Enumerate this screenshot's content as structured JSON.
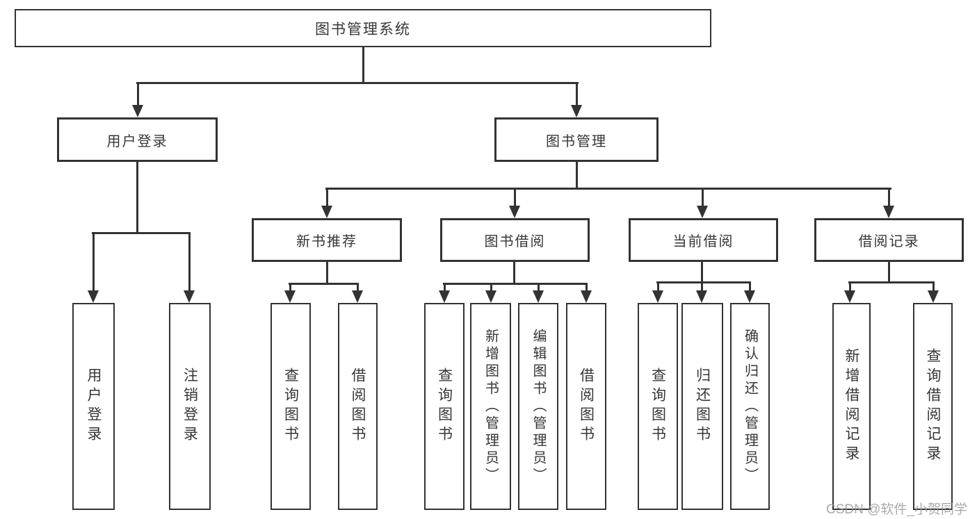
{
  "diagram": {
    "type": "tree",
    "root": {
      "label": "图书管理系统",
      "children": [
        {
          "label": "用户登录",
          "children": [
            {
              "label": "用户登录"
            },
            {
              "label": "注销登录"
            }
          ]
        },
        {
          "label": "图书管理",
          "children": [
            {
              "label": "新书推荐",
              "children": [
                {
                  "label": "查询图书"
                },
                {
                  "label": "借阅图书"
                }
              ]
            },
            {
              "label": "图书借阅",
              "children": [
                {
                  "label": "查询图书"
                },
                {
                  "label": "新增图书（管理员）"
                },
                {
                  "label": "编辑图书（管理员）"
                },
                {
                  "label": "借阅图书"
                }
              ]
            },
            {
              "label": "当前借阅",
              "children": [
                {
                  "label": "查询图书"
                },
                {
                  "label": "归还图书"
                },
                {
                  "label": "确认归还（管理员）"
                }
              ]
            },
            {
              "label": "借阅记录",
              "children": [
                {
                  "label": "新增借阅记录"
                },
                {
                  "label": "查询借阅记录"
                }
              ]
            }
          ]
        }
      ]
    }
  },
  "watermark": {
    "text": "CSDN @软件_小贺同学"
  },
  "colors": {
    "line": "#333333",
    "text": "#363636",
    "box_background": "#ffffff",
    "watermark": "#9b9b9b",
    "page_background": "#ffffff"
  }
}
